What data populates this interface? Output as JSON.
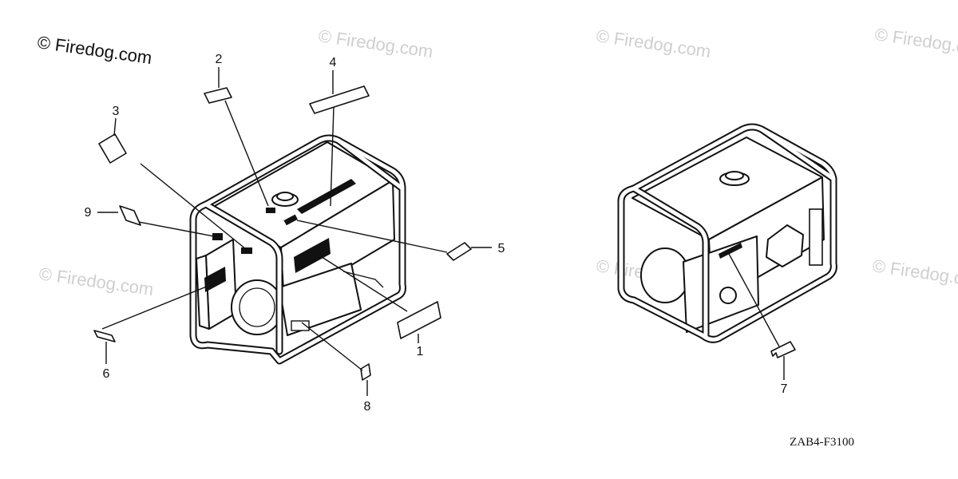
{
  "watermark": {
    "text": "© Firedog.com"
  },
  "drawing_code": "ZAB4-F3100",
  "callouts": [
    {
      "id": "1",
      "label": "1"
    },
    {
      "id": "2",
      "label": "2"
    },
    {
      "id": "3",
      "label": "3"
    },
    {
      "id": "4",
      "label": "4"
    },
    {
      "id": "5",
      "label": "5"
    },
    {
      "id": "6",
      "label": "6"
    },
    {
      "id": "7",
      "label": "7"
    },
    {
      "id": "8",
      "label": "8"
    },
    {
      "id": "9",
      "label": "9"
    }
  ]
}
